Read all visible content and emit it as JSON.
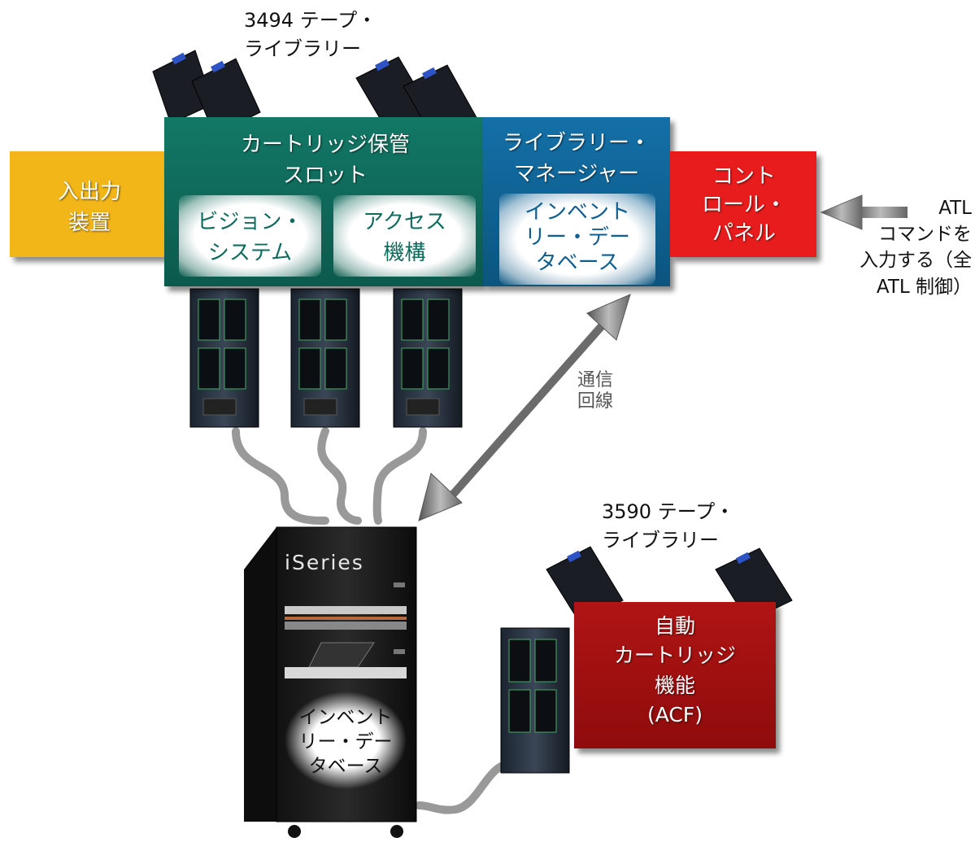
{
  "tape_library_3494": "3494 テープ・\nライブラリー",
  "io_station": "入出力\n装置",
  "cartridge_storage": "カートリッジ保管\nスロット",
  "vision_system": "ビジョン・\nシステム",
  "accessor": "アクセス\n機構",
  "library_manager": "ライブラリー・\nマネージャー",
  "inventory_db_lm": "インベント\nリー・デー\nタベース",
  "control_panel": "コント\nロール・\nパネル",
  "atl_commands": "ATL\nコマンドを\n入力する（全\nATL 制御）",
  "comm_line": "通信\n回線",
  "iseries_label": "iSeries",
  "inventory_db_iseries": "インベント\nリー・デー\nタベース",
  "tape_library_3590": "3590 テープ・\nライブラリー",
  "acf": "自動\nカートリッジ\n機能\n(ACF)",
  "colors": {
    "io_station": "#f2b619",
    "storage": "#0f6b5c",
    "library_manager": "#0e5e92",
    "control_panel": "#e81c1c",
    "acf": "#a50f0f"
  }
}
